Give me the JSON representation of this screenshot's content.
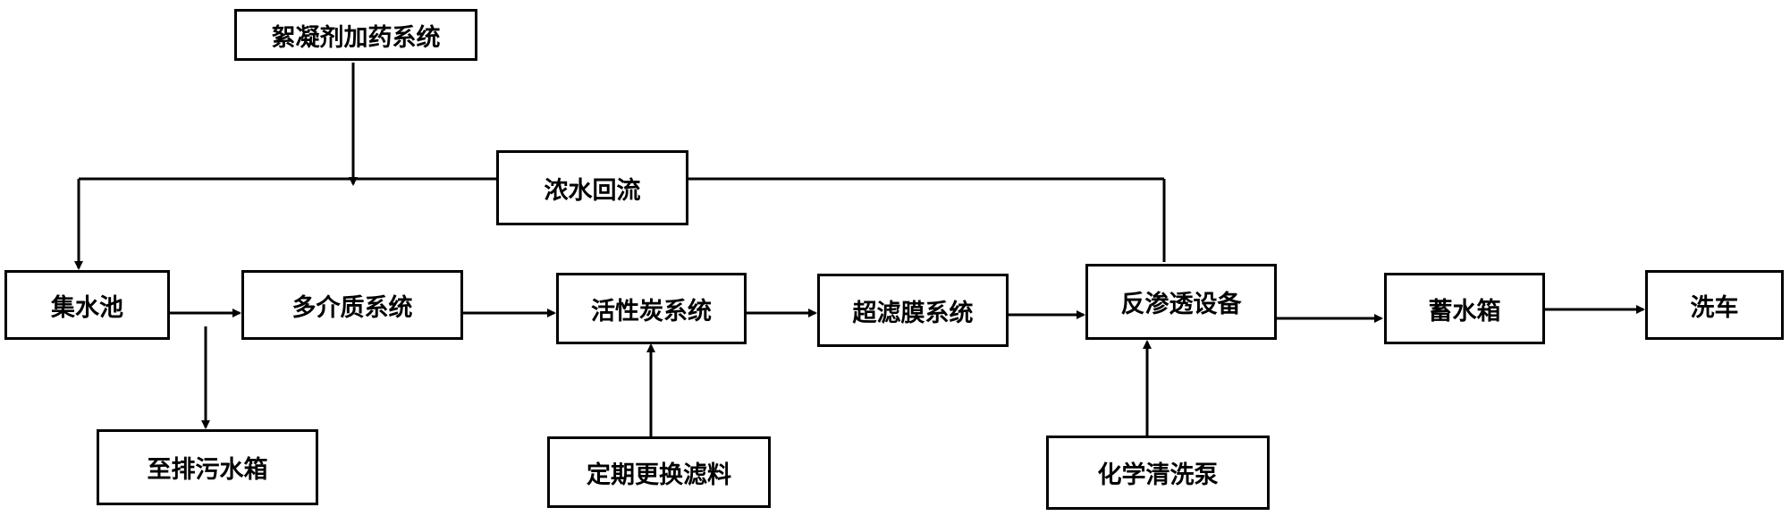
{
  "nodes": {
    "flocculant_dosing": "絮凝剂加药系统",
    "concentrate_return": "浓水回流",
    "collection_tank": "集水池",
    "multimedia": "多介质系统",
    "activated_carbon": "活性炭系统",
    "ultrafiltration": "超滤膜系统",
    "reverse_osmosis": "反渗透设备",
    "storage_tank": "蓄水箱",
    "car_wash": "洗车",
    "sewage_tank": "至排污水箱",
    "replace_filter": "定期更换滤料",
    "chemical_pump": "化学清洗泵"
  },
  "colors": {
    "line": "#000000",
    "box_border": "#000000",
    "background": "#ffffff"
  }
}
